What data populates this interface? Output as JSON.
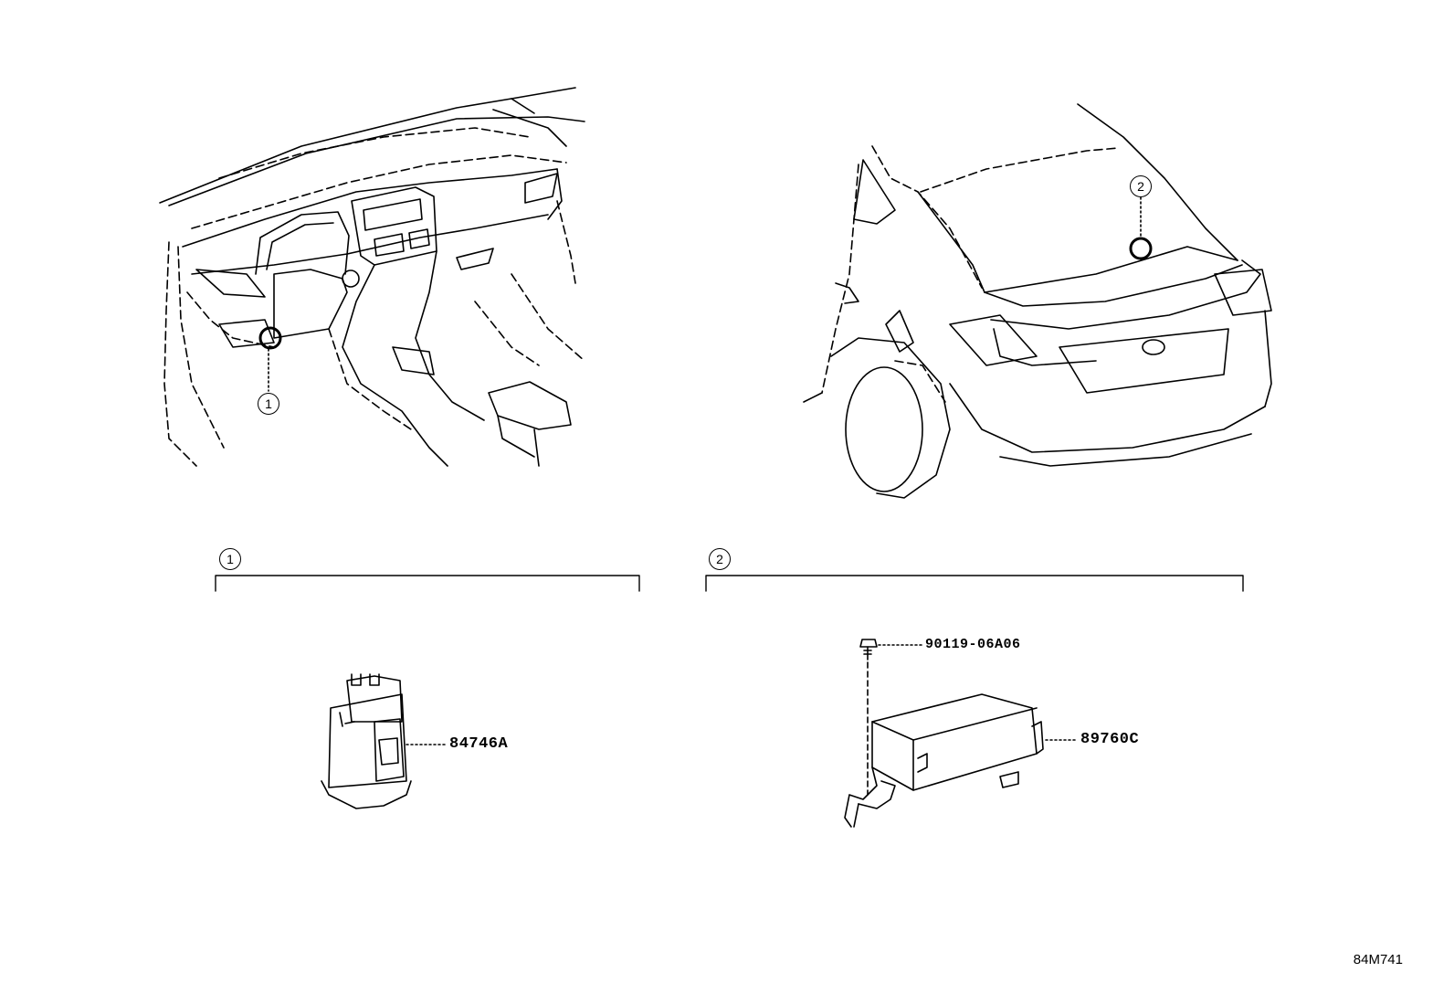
{
  "diagram": {
    "figure_id": "84M741",
    "locations": [
      {
        "number": "1"
      },
      {
        "number": "2"
      }
    ],
    "groups": [
      {
        "number": "1"
      },
      {
        "number": "2"
      }
    ],
    "parts": [
      {
        "part_number": "84746A"
      },
      {
        "part_number": "89760C"
      },
      {
        "part_number": "90119-06A06"
      }
    ]
  }
}
